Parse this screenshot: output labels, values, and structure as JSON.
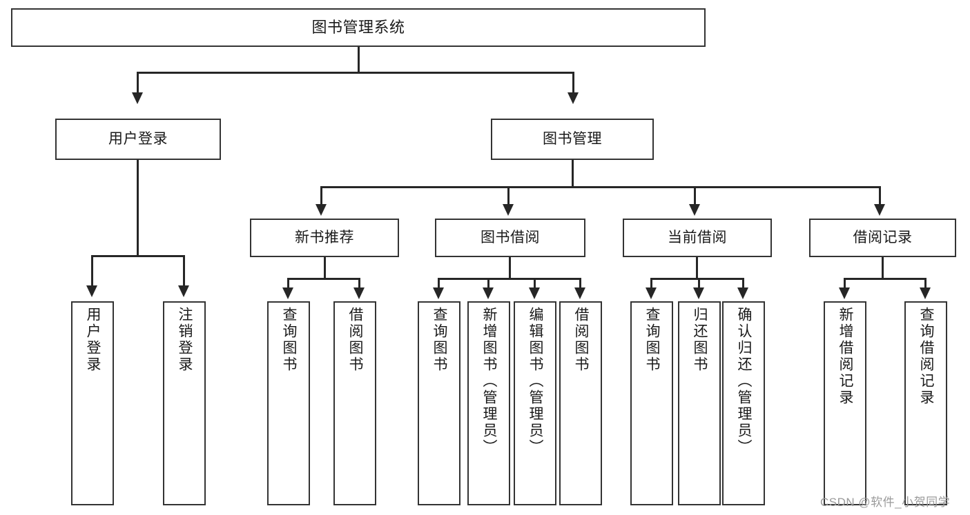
{
  "diagram": {
    "title_node": {
      "label": "图书管理系统"
    },
    "level1": [
      {
        "id": "user-login",
        "label": "用户登录"
      },
      {
        "id": "book-management",
        "label": "图书管理"
      }
    ],
    "level2": [
      {
        "id": "new-book-recommend",
        "label": "新书推荐"
      },
      {
        "id": "book-borrow",
        "label": "图书借阅"
      },
      {
        "id": "current-borrow",
        "label": "当前借阅"
      },
      {
        "id": "borrow-record",
        "label": "借阅记录"
      }
    ],
    "leaves": {
      "user_login": [
        {
          "id": "leaf-user-login",
          "label": "用户登录"
        },
        {
          "id": "leaf-logout-login",
          "label": "注销登录"
        }
      ],
      "new_book_recommend": [
        {
          "id": "leaf-query-book-1",
          "label": "查询图书"
        },
        {
          "id": "leaf-borrow-book-1",
          "label": "借阅图书"
        }
      ],
      "book_borrow": [
        {
          "id": "leaf-query-book-2",
          "label": "查询图书"
        },
        {
          "id": "leaf-add-book-admin",
          "label": "新增图书（管理员）"
        },
        {
          "id": "leaf-edit-book-admin",
          "label": "编辑图书（管理员）"
        },
        {
          "id": "leaf-borrow-book-2",
          "label": "借阅图书"
        }
      ],
      "current_borrow": [
        {
          "id": "leaf-query-book-3",
          "label": "查询图书"
        },
        {
          "id": "leaf-return-book",
          "label": "归还图书"
        },
        {
          "id": "leaf-confirm-return-admin",
          "label": "确认归还（管理员）"
        }
      ],
      "borrow_record": [
        {
          "id": "leaf-add-borrow-record",
          "label": "新增借阅记录"
        },
        {
          "id": "leaf-query-borrow-record",
          "label": "查询借阅记录"
        }
      ]
    }
  },
  "watermark": {
    "text": "CSDN @软件_小贺同学"
  },
  "colors": {
    "box_border": "#333333",
    "connector": "#262626",
    "background": "#ffffff",
    "text": "#1a1a1a",
    "watermark": "#9a9a9a"
  }
}
